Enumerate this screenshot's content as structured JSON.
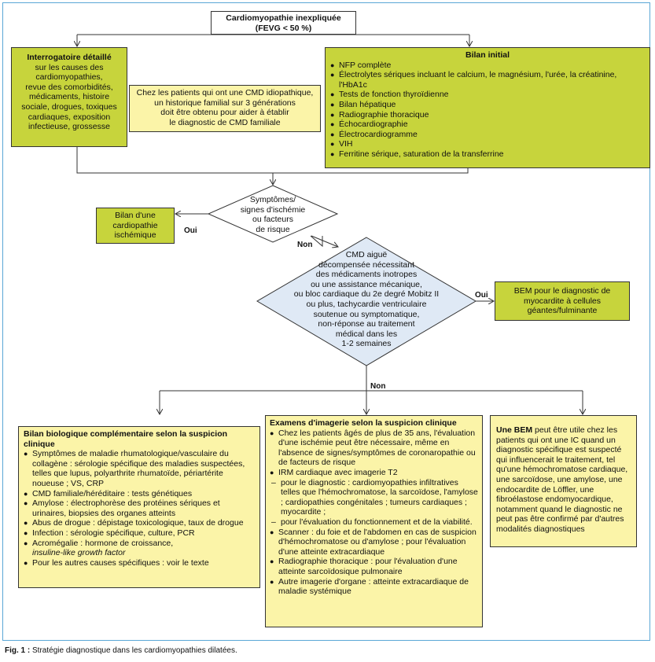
{
  "title": {
    "line1": "Cardiomyopathie inexpliquée",
    "line2": "(FEVG < 50 %)"
  },
  "interrogatoire": {
    "heading": "Interrogatoire détaillé",
    "lines": [
      "sur les causes des",
      "cardiomyopathies,",
      "revue des comorbidités,",
      "médicaments, histoire",
      "sociale, drogues, toxiques",
      "cardiaques, exposition",
      "infectieuse, grossesse"
    ]
  },
  "familial_note": {
    "lines": [
      "Chez les patients qui ont une CMD idiopathique,",
      "un historique familial sur 3 générations",
      "doit être obtenu pour aider à établir",
      "le diagnostic de CMD familiale"
    ]
  },
  "bilan_initial": {
    "heading": "Bilan initial",
    "items": [
      "NFP complète",
      "Électrolytes sériques incluant le calcium, le magnésium, l'urée, la créatinine, l'HbA1c",
      "Tests de fonction thyroïdienne",
      "Bilan hépatique",
      "Radiographie thoracique",
      "Échocardiographie",
      "Électrocardiogramme",
      "VIH",
      "Ferritine sérique, saturation de la transferrine"
    ]
  },
  "decision1": {
    "lines": [
      "Symptômes/",
      "signes d'ischémie",
      "ou facteurs",
      "de risque"
    ],
    "yes": "Oui",
    "no": "Non"
  },
  "ischemique": {
    "lines": [
      "Bilan d'une",
      "cardiopathie",
      "ischémique"
    ]
  },
  "decision2": {
    "lines": [
      "CMD aiguë",
      "décompensée nécessitant",
      "des médicaments inotropes",
      "ou une assistance mécanique,",
      "ou bloc cardiaque du 2e degré Mobitz II",
      "ou plus, tachycardie ventriculaire",
      "soutenue ou symptomatique,",
      "non-réponse au traitement",
      "médical dans les",
      "1-2 semaines"
    ],
    "yes": "Oui",
    "no": "Non"
  },
  "bem_myocardite": {
    "lines": [
      "BEM pour le diagnostic de",
      "myocardite à cellules",
      "géantes/fulminante"
    ]
  },
  "bilan_bio": {
    "heading": "Bilan biologique complémentaire selon la suspicion clinique",
    "items": [
      "Symptômes de maladie rhumatologique/vasculaire du collagène : sérologie spécifique des maladies suspectées, telles que lupus, polyarthrite rhumatoïde, périartérite noueuse ; VS, CRP",
      "CMD familiale/héréditaire : tests génétiques",
      "Amylose : électrophorèse des protéines sériques et urinaires, biopsies des organes atteints",
      "Abus de drogue : dépistage toxicologique, taux de drogue",
      "Infection : sérologie spécifique, culture, PCR"
    ],
    "acro_main": "Acromégalie : hormone de croissance,",
    "acro_italic": "insuline-like growth factor",
    "last_item": "Pour les autres causes spécifiques : voir le texte"
  },
  "imagerie": {
    "heading": "Examens d'imagerie selon la suspicion clinique",
    "item1": "Chez les patients âgés de plus de 35 ans, l'évaluation d'une ischémie peut être nécessaire, même en l'absence de signes/symptômes de coronaropathie ou de facteurs de risque",
    "item2": "IRM cardiaque avec imagerie T2",
    "sub1": "pour le diagnostic : cardiomyopathies infiltratives telles que l'hémochromatose, la sarcoïdose, l'amylose ; cardiopathies congénitales ; tumeurs cardiaques ; myocardite ;",
    "sub2": "pour l'évaluation du fonctionnement et de la viabilité.",
    "item3": "Scanner : du foie et de l'abdomen en cas de suspicion d'hémochromatose ou d'amylose ; pour l'évaluation d'une atteinte extracardiaque",
    "item4": "Radiographie thoracique : pour l'évaluation d'une atteinte sarcoïdosique pulmonaire",
    "item5": "Autre imagerie d'organe : atteinte extracardiaque de maladie systémique"
  },
  "bem_note": {
    "bold": "Une BEM",
    "text": " peut être utile chez les patients qui ont une IC quand un diagnostic spécifique est suspecté qui influencerait le traitement, tel qu'une hémochromatose cardiaque, une sarcoïdose, une amylose, une endocardite de Löffler, une fibroélastose endomyocardique, notamment quand le diagnostic ne peut pas être confirmé par d'autres modalités diagnostiques"
  },
  "caption": {
    "label": "Fig. 1 :",
    "text": " Stratégie diagnostique dans les cardiomyopathies dilatées."
  },
  "colors": {
    "green": "#c7d43c",
    "yellow": "#fbf4a8",
    "frame": "#5aa7d6"
  }
}
